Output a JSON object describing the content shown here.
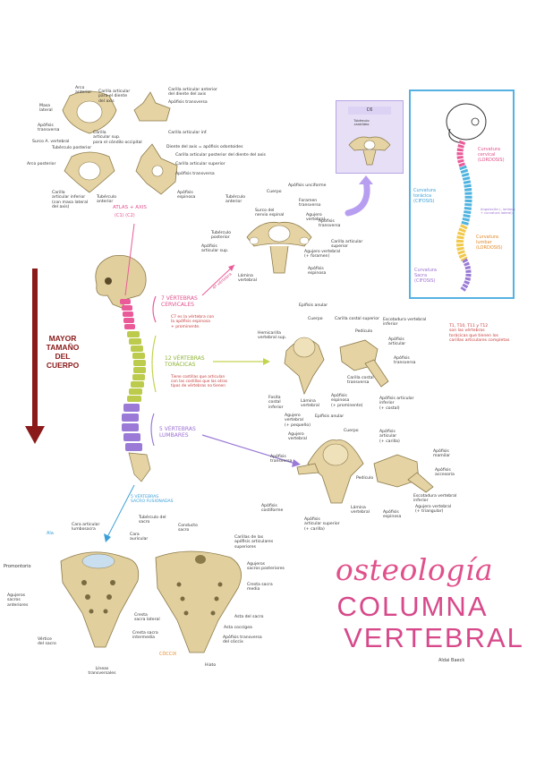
{
  "title": {
    "line1": "osteología",
    "line2": "COLUMNA",
    "line3": "VERTEBRAL",
    "author": "Aldai Baeck"
  },
  "side_note": "MAYOR\nTAMAÑO\nDEL\nCUERPO",
  "regions": {
    "cervical": "7 VÉRTEBRAS\nCERVICALES",
    "cervical_note": "C7 es la vértebra con\nla apófisis espinosa\n+ prominente.",
    "thoracic": "12 VÉRTEBRAS\nTORÁCICAS",
    "thoracic_note": "Tiene costillas que articulan\ncon las costillas que las otras\ntipos de vértebras no tienen",
    "lumbar": "5 VÉRTEBRAS\nLUMBARES",
    "sacral": "5 VÉRTEBRAS\nSACRO FUSIONADAS",
    "atlas_axis": "ATLAS + AXIS",
    "atlas_axis_sub": "(C1)        (C2)",
    "c4_arrow": "4ª vértebra",
    "coccyx": "CÓCCIX",
    "thoracic_side_note": "T1, T10, T11 y T12\nson las vértebras\ntorácicas que tienen los\ncarillas articulares completas"
  },
  "curvature_box": {
    "cervical": "Curvatura\ncervical\n(LORDOSIS)",
    "thoracic": "Curvatura\ntorácica\n(CIFOSIS)",
    "thoracic_2": "Angulación (- lordosis\n+ curvatura lateral)",
    "lumbar": "Curvatura\nlumbar\n(LORDOSIS)",
    "sacral": "Curvatura\nSacra\n(CIFOSIS)"
  },
  "c6_box": {
    "title": "C6",
    "sub": "Tubérculo\ncarotídeo"
  },
  "atlas_labels": [
    "Arco\nanterior",
    "Carilla articular\npara el diente\ndel axis",
    "Masa\nlateral",
    "Apófisis\ntransversa",
    "Surco A. vertebral",
    "Carilla\narticular sup.\npara el cóndilo occipital",
    "Tubérculo posterior",
    "Carilla articular anterior\ndel diente del axis",
    "Carilla articular inf.",
    "Apófisis transversa",
    "Arco posterior",
    "Diente del axis = apófisis odontoides",
    "Carilla articular posterior del diente del axis",
    "Carilla articular superior",
    "Apófisis transversa",
    "Carilla\narticular inferior\n(con masa lateral\ndel axis)",
    "Tubérculo\nanterior",
    "Apófisis\nespinosa"
  ],
  "cervical_labels": [
    "Tubérculo\nanterior",
    "Cuerpo",
    "Apófisis unciforme",
    "Surco del\nnervio espinal",
    "Foramen\ntransverso",
    "Apófisis\ntransversa",
    "Agujero\nvertebral",
    "Tubérculo\nposterior",
    "Apófisis\narticular sup.",
    "Carilla articular\nsuperior",
    "Agujero vertebral\n(+ foramen)",
    "Lámina\nvertebral",
    "Apófisis\nespinosa"
  ],
  "thoracic_labels": [
    "Epífisis anular",
    "Cuerpo",
    "Carilla costal superior",
    "Hemicarilla\nvertebral sup.",
    "Pedículo",
    "Apófisis\narticular",
    "Escotadura vertebral\ninferior",
    "Apófisis\ntransversa",
    "Carilla costal\ntransversa",
    "Fosita\ncostal\ninferior",
    "Lámina\nvertebral",
    "Apófisis\nespinosa\n(+ prominente)",
    "Apófisis articular\ninferior\n(+ costal)",
    "Agujero\nvertebral\n(+ pequeño)"
  ],
  "lumbar_labels": [
    "Epífisis anular",
    "Agujero\nvertebral",
    "Cuerpo",
    "Apófisis\narticular\n(+ carilla)",
    "Apófisis\nmamilar",
    "Apófisis\naccesoria",
    "Apófisis\ntransversa",
    "Pedículo",
    "Apófisis\ncostiforme",
    "Apófisis\narticular superior\n(+ carilla)",
    "Lámina\nvertebral",
    "Apófisis\nespinosa",
    "Escotadura vertebral\ninferior",
    "Agujero vertebral\n(+ triangular)"
  ],
  "sacrum_labels": [
    "Ala",
    "Cara articular\nlumbosacra",
    "Promontorio",
    "Agujeros\nsacros\nanteriores",
    "Vértice\ndel sacro",
    "Líneas\ntransversales",
    "Tubérculo del\nsacro",
    "Cara\nauricular",
    "Conducto\nsacro",
    "Cresta\nsacra lateral",
    "Cresta sacra\nintermedia",
    "Carillas de las\napófisis articulares\nsuperiores",
    "Agujeros\nsacros posteriores",
    "Cresta sacra\nmedia",
    "Asta del sacro",
    "Asta coccígea",
    "Apófisis transversa\ndel cóccix",
    "Hiato"
  ],
  "colors": {
    "cervical": "#ea5a98",
    "thoracic": "#b9c94a",
    "lumbar": "#9a7ad6",
    "sacral": "#f3b5cf",
    "title_pink": "#e0518c",
    "dark_red": "#8b1a1a",
    "blue_box": "#55b1e2",
    "bone": "#e5d3a3"
  }
}
